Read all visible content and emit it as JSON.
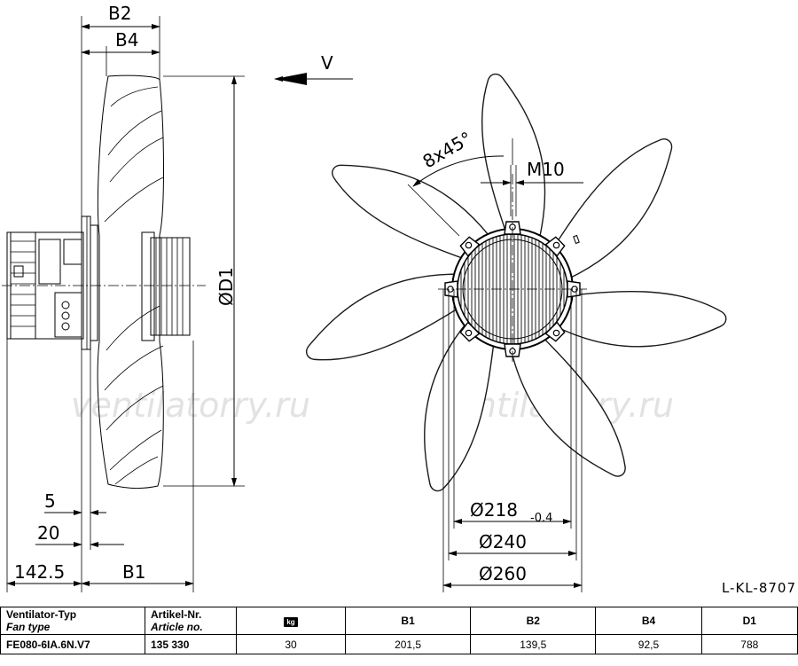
{
  "drawing": {
    "side_labels": {
      "b2": "B2",
      "b4": "B4",
      "d1": "ØD1",
      "five": "5",
      "twenty": "20",
      "one_four_two": "142.5",
      "b1": "B1"
    },
    "front_labels": {
      "v": "V",
      "chamfer": "8x45°",
      "m10": "M10",
      "d218": "Ø218",
      "d218_tol": "-0.4",
      "d240": "Ø240",
      "d260": "Ø260"
    },
    "watermark_left": "ventilatorry.ru",
    "watermark_right": "ventilatorry.ru",
    "drawing_ref": "L-KL-8707"
  },
  "table": {
    "col1_label_1": "Ventilator-Typ",
    "col1_label_2": "Fan type",
    "col2_label_1": "Artikel-Nr.",
    "col2_label_2": "Article no.",
    "weight_icon": "kg",
    "headers": [
      "B1",
      "B2",
      "B4",
      "D1"
    ],
    "row": {
      "type": "FE080-6IA.6N.V7",
      "article": "135 330",
      "weight": "30",
      "values": [
        "201,5",
        "139,5",
        "92,5",
        "788"
      ]
    }
  }
}
